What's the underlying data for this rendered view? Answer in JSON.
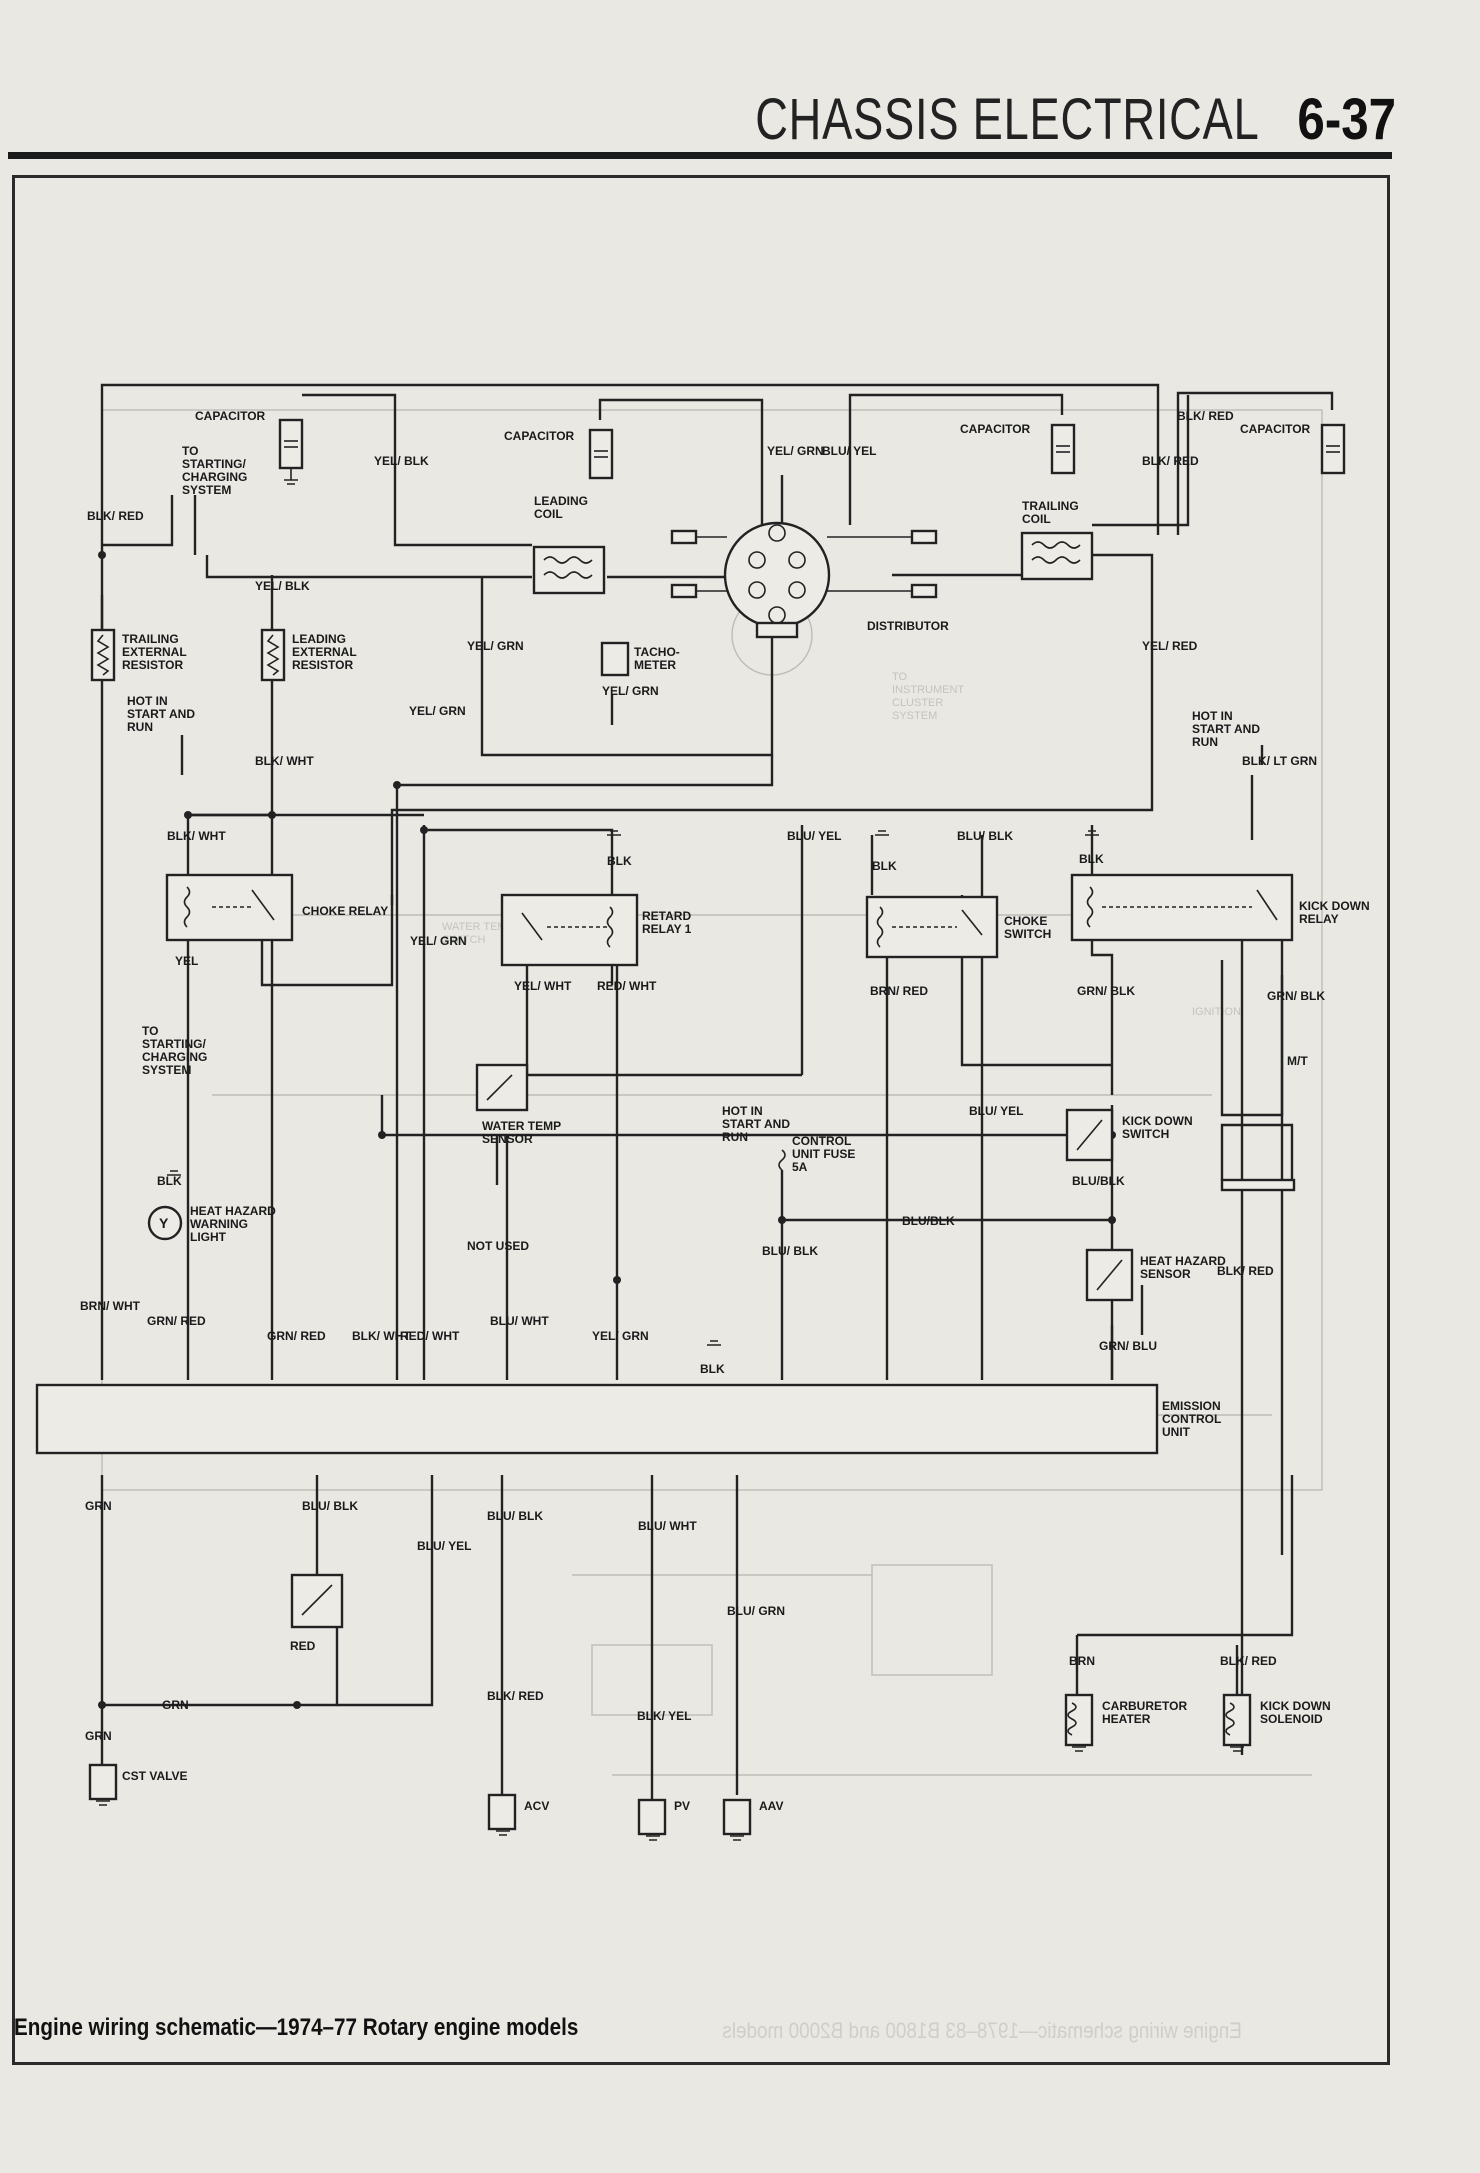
{
  "header": {
    "section_title": "CHASSIS ELECTRICAL",
    "page_number": "6-37"
  },
  "caption": "Engine wiring schematic—1974–77 Rotary engine models",
  "ghost_caption": "Engine wiring schematic—1978–83 B1800 and B2000 models",
  "components": {
    "capacitor_1": "CAPACITOR",
    "capacitor_2": "CAPACITOR",
    "capacitor_3": "CAPACITOR",
    "capacitor_4": "CAPACITOR",
    "to_starting_top": "TO STARTING/ CHARGING SYSTEM",
    "to_starting_mid": "TO STARTING/ CHARGING SYSTEM",
    "leading_coil": "LEADING COIL",
    "trailing_coil": "TRAILING COIL",
    "distributor": "DISTRIBUTOR",
    "trailing_resistor": "TRAILING EXTERNAL RESISTOR",
    "leading_resistor": "LEADING EXTERNAL RESISTOR",
    "tachometer": "TACHO- METER",
    "hot_start_run_1": "HOT IN START AND RUN",
    "hot_start_run_2": "HOT IN START AND RUN",
    "hot_start_run_3": "HOT IN START AND RUN",
    "choke_relay": "CHOKE RELAY",
    "retard_relay": "RETARD RELAY 1",
    "choke_switch": "CHOKE SWITCH",
    "kickdown_relay": "KICK DOWN RELAY",
    "mt": "M/T",
    "water_temp_sensor": "WATER TEMP SENSOR",
    "control_unit_fuse": "CONTROL UNIT FUSE 5A",
    "kickdown_switch": "KICK DOWN SWITCH",
    "heat_hazard_light": "HEAT HAZARD WARNING LIGHT",
    "heat_hazard_sensor": "HEAT HAZARD SENSOR",
    "not_used": "NOT USED",
    "emission_control_unit": "EMISSION CONTROL UNIT",
    "cst_valve": "CST VALVE",
    "acv": "ACV",
    "pv": "PV",
    "aav": "AAV",
    "carburetor_heater": "CARBURETOR HEATER",
    "kickdown_solenoid": "KICK DOWN SOLENOID"
  },
  "wires": {
    "blk_red_1": "BLK/ RED",
    "yel_blk_1": "YEL/ BLK",
    "yel_blk_2": "YEL/ BLK",
    "yel_grn_1": "YEL/ GRN",
    "blu_yel_1": "BLU/ YEL",
    "blk_red_2": "BLK/ RED",
    "blk_red_3": "BLK/ RED",
    "yel_grn_2": "YEL/ GRN",
    "yel_grn_3": "YEL/ GRN",
    "yel_grn_4": "YEL/ GRN",
    "yel_red_1": "YEL/ RED",
    "blk_wht_1": "BLK/ WHT",
    "blk_lt_grn": "BLK/ LT GRN",
    "blk_wht_2": "BLK/ WHT",
    "blk_1": "BLK",
    "blu_yel_2": "BLU/ YEL",
    "blk_2": "BLK",
    "blu_blk_1": "BLU/ BLK",
    "blk_3": "BLK",
    "yel_grn_5": "YEL/ GRN",
    "yel_1": "YEL",
    "yel_wht_1": "YEL/ WHT",
    "red_wht_1": "RED/ WHT",
    "brn_red": "BRN/ RED",
    "grn_blk_1": "GRN/ BLK",
    "grn_blk_2": "GRN/ BLK",
    "blu_yel_3": "BLU/ YEL",
    "blk_4": "BLK",
    "blu_blk_2": "BLU/BLK",
    "blu_blk_3": "BLU/BLK",
    "blu_blk_4": "BLU/ BLK",
    "blk_red_4": "BLK/ RED",
    "brn_wht": "BRN/ WHT",
    "grn_red_1": "GRN/ RED",
    "grn_red_2": "GRN/ RED",
    "blk_wht_3": "BLK/ WHT",
    "red_wht_2": "RED/ WHT",
    "blu_wht_1": "BLU/ WHT",
    "yel_grn_6": "YEL/ GRN",
    "blk_5": "BLK",
    "grn_blu": "GRN/ BLU",
    "grn_1": "GRN",
    "blu_blk_5": "BLU/ BLK",
    "blu_yel_4": "BLU/ YEL",
    "blu_blk_6": "BLU/ BLK",
    "blu_wht_2": "BLU/ WHT",
    "blu_grn": "BLU/ GRN",
    "red_1": "RED",
    "grn_2": "GRN",
    "grn_3": "GRN",
    "blk_red_5": "BLK/ RED",
    "blk_yel": "BLK/ YEL",
    "brn": "BRN",
    "blk_red_6": "BLK/ RED"
  },
  "ghost_text": {
    "to_instrument": "TO INSTRUMENT CLUSTER SYSTEM",
    "water_temp": "WATER TEMP SWITCH",
    "ignition": "IGNITION"
  }
}
